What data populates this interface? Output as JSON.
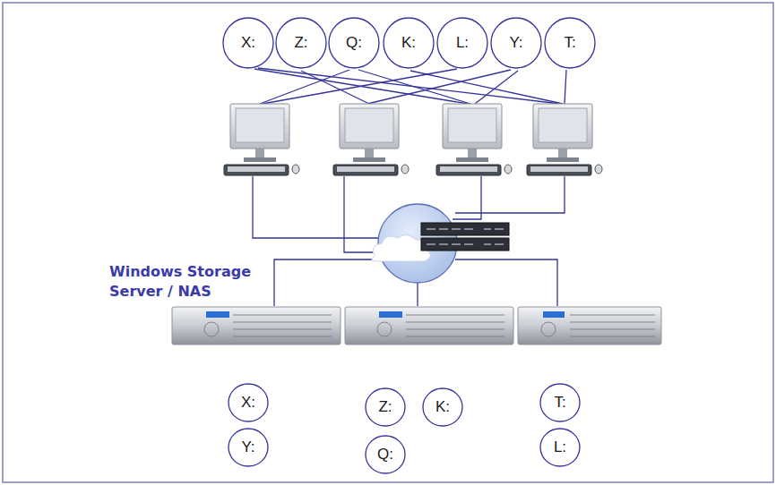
{
  "diagram": {
    "nodes": [
      {
        "text": [
          "X:"
        ]
      },
      {
        "text": [
          "Z:"
        ]
      },
      {
        "text": [
          "Q:"
        ]
      },
      {
        "text": [
          "K:"
        ]
      },
      {
        "text": [
          "L:"
        ]
      },
      {
        "text": [
          "Y:"
        ]
      },
      {
        "text": [
          "T:"
        ]
      },
      {
        "text": [
          "X:"
        ]
      },
      {
        "text": [
          "Z:"
        ]
      },
      {
        "text": [
          "K:"
        ]
      },
      {
        "text": [
          "T:"
        ]
      },
      {
        "text": [
          "Y:"
        ]
      },
      {
        "text": [
          "Q:"
        ]
      },
      {
        "text": [
          "L:"
        ]
      }
    ],
    "labels": [
      "Windows Storage Server / NAS"
    ]
  }
}
